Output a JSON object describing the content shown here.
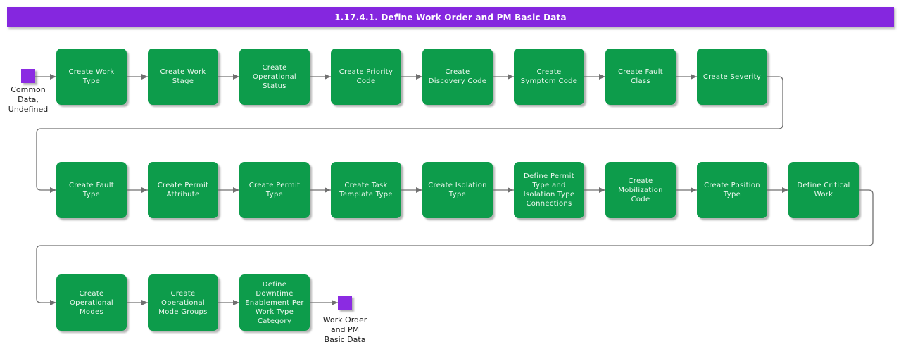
{
  "title": "1.17.4.1. Define Work Order and PM Basic Data",
  "colors": {
    "header_purple": "#8527DF",
    "node_purple": "#8B2BE2",
    "task_green": "#0D9C4B",
    "task_text": "#EFF8F1",
    "connector_gray": "#707070",
    "label_text": "#1A1A1A",
    "background": "#FFFFFF"
  },
  "start_node": {
    "label": "Common\nData,\nUndefined"
  },
  "end_node": {
    "label": "Work Order\nand PM\nBasic Data"
  },
  "rows": [
    [
      "Create Work\nType",
      "Create Work\nStage",
      "Create\nOperational\nStatus",
      "Create Priority\nCode",
      "Create\nDiscovery Code",
      "Create\nSymptom Code",
      "Create Fault\nClass",
      "Create Severity"
    ],
    [
      "Create Fault\nType",
      "Create Permit\nAttribute",
      "Create Permit\nType",
      "Create Task\nTemplate Type",
      "Create Isolation\nType",
      "Define Permit\nType and\nIsolation Type\nConnections",
      "Create\nMobilization\nCode",
      "Create Position\nType",
      "Define Critical\nWork"
    ],
    [
      "Create\nOperational\nModes",
      "Create\nOperational\nMode Groups",
      "Define\nDowntime\nEnablement Per\nWork Type\nCategory"
    ]
  ]
}
